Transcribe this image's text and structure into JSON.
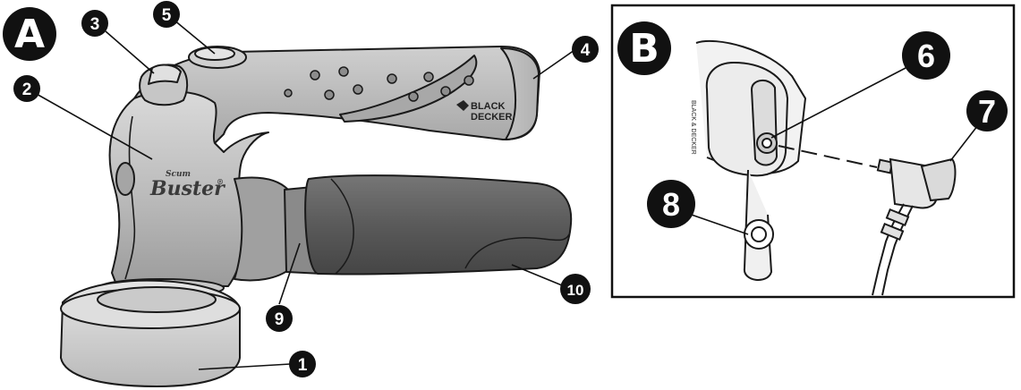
{
  "panels": {
    "a": {
      "letter": "A"
    },
    "b": {
      "letter": "B"
    }
  },
  "callouts": [
    "1",
    "2",
    "3",
    "4",
    "5",
    "6",
    "7",
    "8",
    "9",
    "10"
  ],
  "branding": {
    "logo_small": "Scum",
    "logo_main": "Buster",
    "logo_mark": "®",
    "brand_line1": "BLACK",
    "brand_line2": "DECKER",
    "side_label": "BLACK & DECKER"
  },
  "colors": {
    "body_gray": "#b8b8b8",
    "body_light": "#d4d4d4",
    "grip_dark": "#5e5e5e",
    "outline": "#1a1a1a",
    "callout_fill": "#111111"
  }
}
